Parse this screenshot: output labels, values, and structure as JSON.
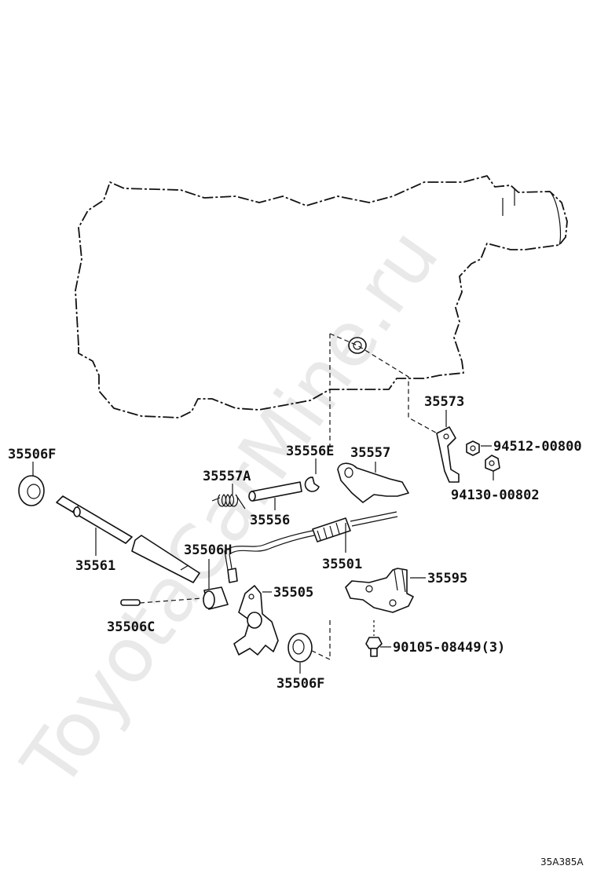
{
  "watermark": "ToyotaCarMine.ru",
  "diagram_code": "35A385A",
  "labels": {
    "p35506F_top": "35506F",
    "p35561": "35561",
    "p35506C": "35506C",
    "p35557A": "35557A",
    "p35556": "35556",
    "p35556E": "35556E",
    "p35557": "35557",
    "p35573": "35573",
    "p94512": "94512-00800",
    "p94130": "94130-00802",
    "p35506H": "35506H",
    "p35505": "35505",
    "p35501": "35501",
    "p35595": "35595",
    "p90105": "90105-08449(3)",
    "p35506F_bottom": "35506F"
  },
  "colors": {
    "line": "#111111",
    "background": "#ffffff",
    "watermark": "#e9e9e9"
  }
}
